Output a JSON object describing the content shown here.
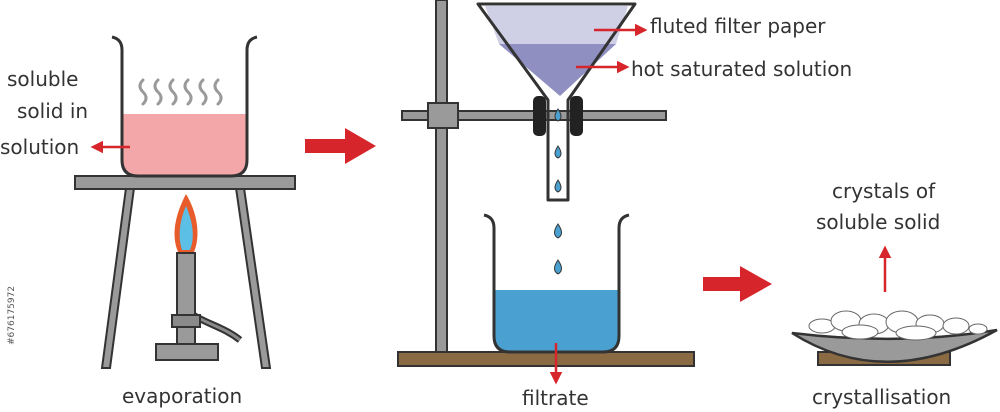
{
  "labels": {
    "soluble_solid_line1": "soluble",
    "soluble_solid_line2": "solid in",
    "soluble_solid_line3": "solution",
    "fluted_filter_paper": "fluted filter paper",
    "hot_saturated_solution": "hot saturated solution",
    "crystals_line1": "crystals of",
    "crystals_line2": "soluble solid",
    "evaporation": "evaporation",
    "filtrate": "filtrate",
    "crystallisation": "crystallisation"
  },
  "stock_id": "#676175972",
  "colors": {
    "arrow_red": "#d7262b",
    "solution_pink": "#f4a7a9",
    "filtrate_blue": "#4aa0d0",
    "flame_blue": "#5bbfe6",
    "flame_orange": "#e85b2a",
    "metal_gray": "#9a9a9a",
    "bench_brown": "#8a6a42",
    "filter_paper": "#cfcfe6",
    "funnel_solution": "#8f8fc2"
  }
}
